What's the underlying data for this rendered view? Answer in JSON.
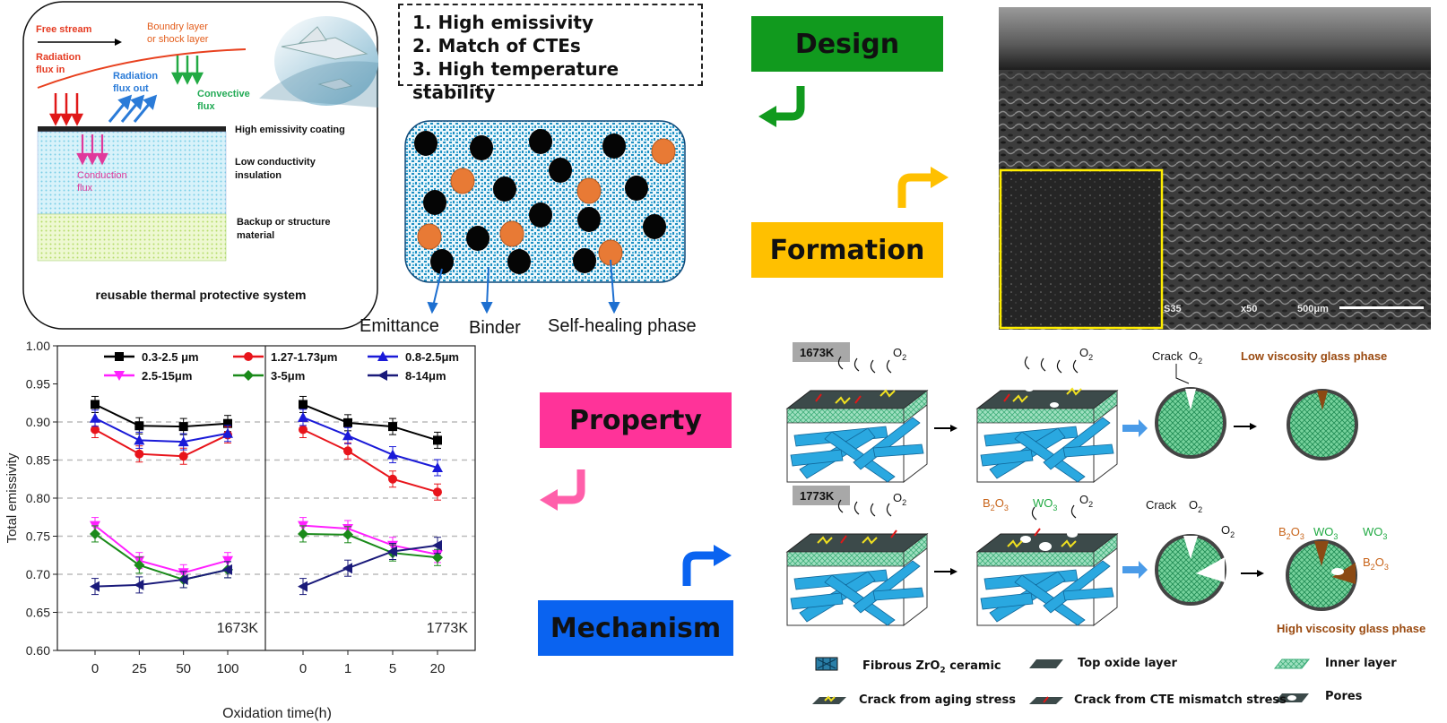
{
  "tps": {
    "free_stream": "Free stream",
    "boundary_layer": "Boundry  layer",
    "boundary_layer2": "or shock layer",
    "radiation_in": "Radiation",
    "radiation_in2": "flux in",
    "radiation_out": "Radiation",
    "radiation_out2": "flux out",
    "convective": "Convective",
    "convective2": "flux",
    "conduction": "Conduction",
    "conduction2": "flux",
    "coating": "High emissivity coating",
    "insulation": "Low conductivity",
    "insulation2": "insulation",
    "backup": "Backup or structure",
    "backup2": "material",
    "caption": "reusable thermal protective system"
  },
  "requirements": [
    "1. High emissivity",
    "2. Match of CTEs",
    "3. High temperature stability"
  ],
  "composite": {
    "emittance": "Emittance",
    "binder": "Binder",
    "self_healing": "Self-healing phase"
  },
  "steps": {
    "design": "Design",
    "formation": "Formation",
    "property": "Property",
    "mechanism": "Mechanism"
  },
  "colors": {
    "design": "#119a1e",
    "formation": "#ffc000",
    "property": "#ff3399",
    "mechanism": "#0a63f0"
  },
  "sem": {
    "label_left": "S35",
    "magnification": "x50",
    "scale": "500μm"
  },
  "chart_data": {
    "type": "line",
    "ylabel": "Total emissivity",
    "xlabel": "Oxidation time(h)",
    "ylim": [
      0.6,
      1.0
    ],
    "yticks": [
      "0.60",
      "0.65",
      "0.70",
      "0.75",
      "0.80",
      "0.85",
      "0.90",
      "0.95",
      "1.00"
    ],
    "grid": "dashed horizontal",
    "legend_placement": "top",
    "panels": [
      {
        "label": "1673K",
        "categories": [
          "0",
          "25",
          "50",
          "100"
        ],
        "series": [
          {
            "name": "0.3-2.5 μm",
            "color": "#000000",
            "marker": "square",
            "values": [
              0.923,
              0.895,
              0.894,
              0.898
            ]
          },
          {
            "name": "1.27-1.73μm",
            "color": "#e8141b",
            "marker": "circle",
            "values": [
              0.89,
              0.858,
              0.855,
              0.883
            ]
          },
          {
            "name": "0.8-2.5μm",
            "color": "#1a1ad8",
            "marker": "triangle-up",
            "values": [
              0.905,
              0.876,
              0.874,
              0.885
            ]
          },
          {
            "name": "2.5-15μm",
            "color": "#ff20ff",
            "marker": "triangle-down",
            "values": [
              0.764,
              0.718,
              0.702,
              0.718
            ]
          },
          {
            "name": "3-5μm",
            "color": "#1a8a1a",
            "marker": "diamond",
            "values": [
              0.753,
              0.712,
              0.693,
              0.706
            ]
          },
          {
            "name": "8-14μm",
            "color": "#1a1a7a",
            "marker": "triangle-left",
            "values": [
              0.684,
              0.686,
              0.693,
              0.706
            ]
          }
        ]
      },
      {
        "label": "1773K",
        "categories": [
          "0",
          "1",
          "5",
          "20"
        ],
        "series": [
          {
            "name": "0.3-2.5 μm",
            "color": "#000000",
            "marker": "square",
            "values": [
              0.923,
              0.899,
              0.894,
              0.876
            ]
          },
          {
            "name": "1.27-1.73μm",
            "color": "#e8141b",
            "marker": "circle",
            "values": [
              0.89,
              0.862,
              0.825,
              0.808
            ]
          },
          {
            "name": "0.8-2.5μm",
            "color": "#1a1ad8",
            "marker": "triangle-up",
            "values": [
              0.906,
              0.882,
              0.857,
              0.84
            ]
          },
          {
            "name": "2.5-15μm",
            "color": "#ff20ff",
            "marker": "triangle-down",
            "values": [
              0.764,
              0.76,
              0.738,
              0.726
            ]
          },
          {
            "name": "3-5μm",
            "color": "#1a8a1a",
            "marker": "diamond",
            "values": [
              0.753,
              0.752,
              0.728,
              0.722
            ]
          },
          {
            "name": "8-14μm",
            "color": "#1a1a7a",
            "marker": "triangle-left",
            "values": [
              0.684,
              0.708,
              0.73,
              0.738
            ]
          }
        ]
      }
    ]
  },
  "mechanism": {
    "temp1": "1673K",
    "temp2": "1773K",
    "o2": "O",
    "o2_sub": "2",
    "crack": "Crack",
    "low_visc": "Low viscosity glass phase",
    "high_visc": "High viscosity glass phase",
    "b2o3_a": "B",
    "b2o3_sub1": "2",
    "b2o3_b": "O",
    "b2o3_sub2": "3",
    "wo3_a": "WO",
    "wo3_sub": "3"
  },
  "legend": {
    "fibrous": "Fibrous ZrO",
    "fibrous_sub": "2",
    "fibrous_end": " ceramic",
    "top_oxide": "Top oxide layer",
    "inner": "Inner layer",
    "crack_aging": "Crack from aging stress",
    "crack_cte": "Crack from CTE mismatch stress",
    "pores": "Pores"
  }
}
